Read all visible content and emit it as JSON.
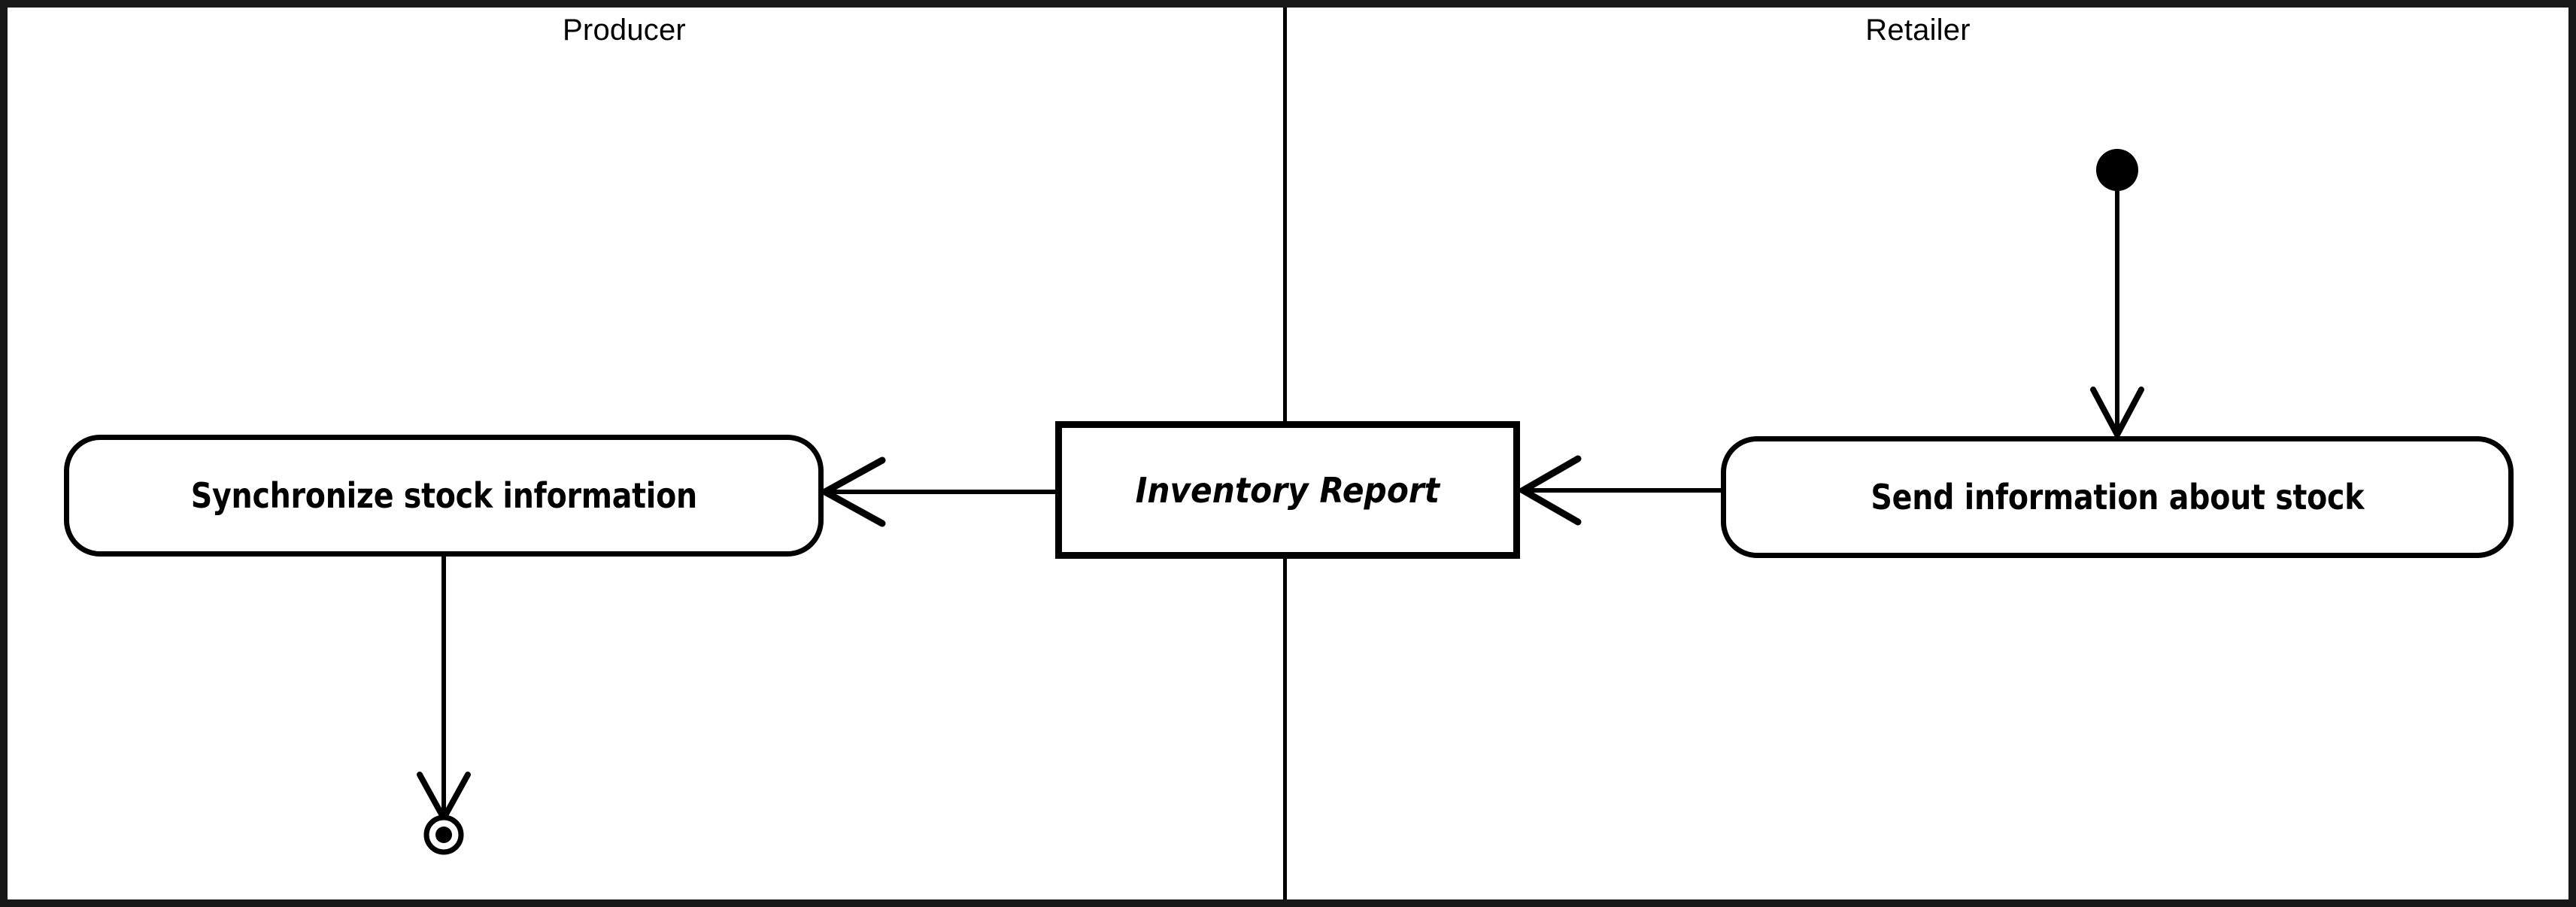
{
  "diagram": {
    "type": "uml-activity-diagram",
    "title": "",
    "background_color": "#ffffff",
    "line_color": "#000000",
    "frame_color": "#181818",
    "partitions": [
      {
        "name": "producer",
        "label": "Producer"
      },
      {
        "name": "retailer",
        "label": "Retailer"
      }
    ],
    "nodes": {
      "initial": {
        "kind": "initial-node",
        "label": "",
        "partition": "retailer"
      },
      "send_information": {
        "kind": "action",
        "label": "Send information about stock",
        "partition": "retailer"
      },
      "inventory_report": {
        "kind": "object-node",
        "label": "Inventory Report",
        "partition": "boundary"
      },
      "synchronize_stock": {
        "kind": "action",
        "label": "Synchronize stock information",
        "partition": "producer"
      },
      "final": {
        "kind": "activity-final-node",
        "label": "",
        "partition": "producer"
      }
    },
    "edges": [
      {
        "from": "initial",
        "to": "send_information",
        "label": "",
        "direction": "down"
      },
      {
        "from": "send_information",
        "to": "inventory_report",
        "label": "",
        "direction": "left"
      },
      {
        "from": "inventory_report",
        "to": "synchronize_stock",
        "label": "",
        "direction": "left"
      },
      {
        "from": "synchronize_stock",
        "to": "final",
        "label": "",
        "direction": "down"
      }
    ]
  }
}
